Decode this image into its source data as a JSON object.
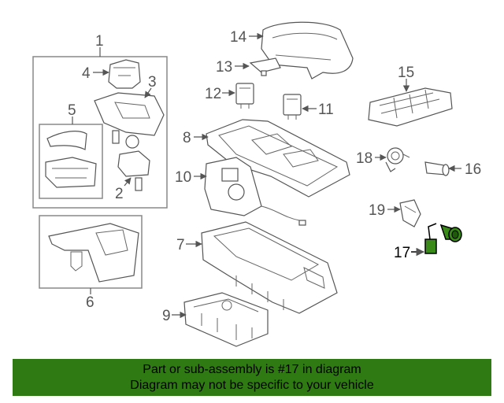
{
  "diagram": {
    "callouts": [
      "1",
      "2",
      "3",
      "4",
      "5",
      "6",
      "7",
      "8",
      "9",
      "10",
      "11",
      "12",
      "13",
      "14",
      "15",
      "16",
      "17",
      "18",
      "19"
    ],
    "highlight_part": "17",
    "highlight_color": "#3a8a1a"
  },
  "footer": {
    "line1": "Part or sub-assembly is #17 in diagram",
    "line2": "Diagram may not be specific to your vehicle",
    "background": "#2f7a12"
  }
}
